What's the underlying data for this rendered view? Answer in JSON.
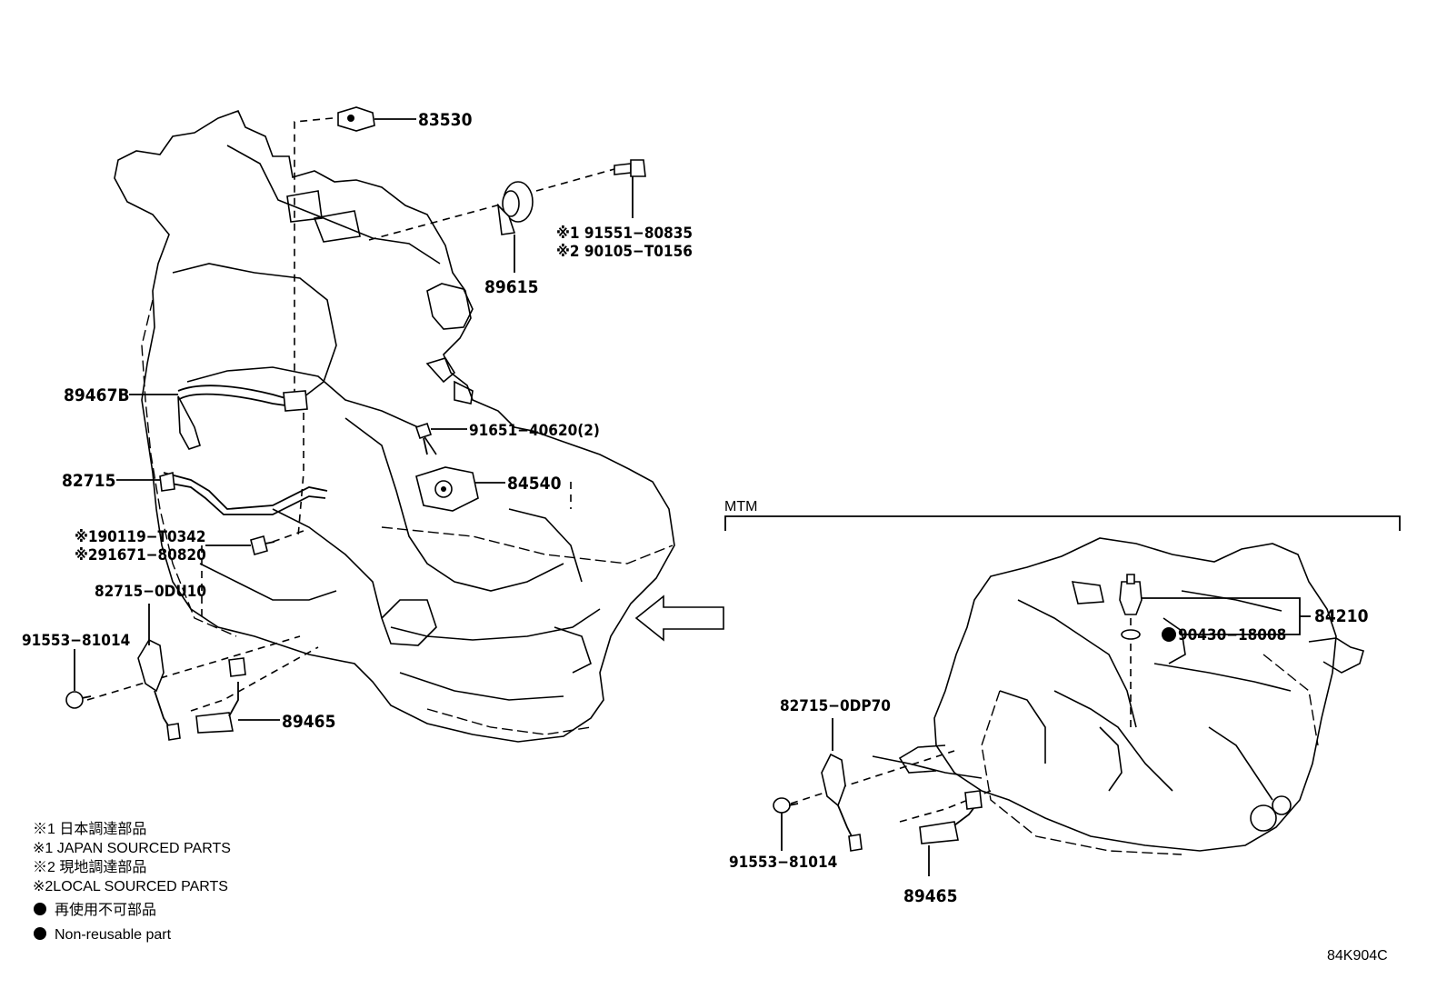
{
  "diagram_id": "84K904C",
  "section_label": "MTM",
  "parts": {
    "p83530": "83530",
    "p89615": "89615",
    "p91551_80835": "※1 91551−80835",
    "p90105_T0156": "※2 90105−T0156",
    "p89467B": "89467B",
    "p91651": "91651−40620(2)",
    "p82715": "82715",
    "p84540": "84540",
    "p90119_T0342": "※190119−T0342",
    "p91671_80820": "※291671−80820",
    "p82715_0DU10": "82715−0DU10",
    "p91553_81014_left": "91553−81014",
    "p89465_left": "89465",
    "p84210": "84210",
    "p90430_18008": "90430−18008",
    "p82715_0DP70": "82715−0DP70",
    "p91553_81014_right": "91553−81014",
    "p89465_right": "89465"
  },
  "legend": {
    "line1": "※1 日本調達部品",
    "line2": "※1 JAPAN SOURCED PARTS",
    "line3": "※2 現地調達部品",
    "line4": "※2LOCAL SOURCED PARTS",
    "line5": "再使用不可部品",
    "line6": "Non-reusable part"
  }
}
